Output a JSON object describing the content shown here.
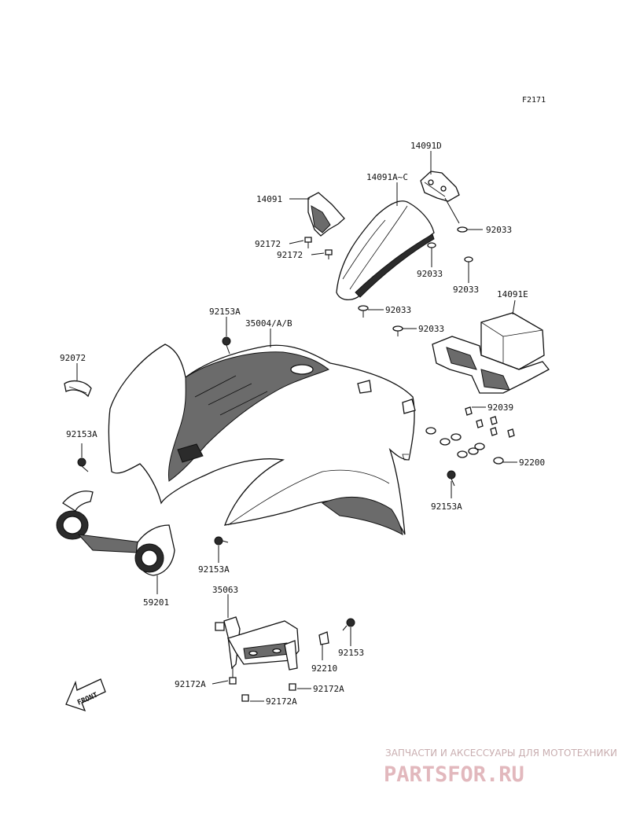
{
  "figure_id": "F2171",
  "parts": [
    {
      "id": "p-14091D",
      "label": "14091D"
    },
    {
      "id": "p-14091A-C",
      "label": "14091A~C"
    },
    {
      "id": "p-14091",
      "label": "14091"
    },
    {
      "id": "p-92033-a",
      "label": "92033"
    },
    {
      "id": "p-92172-a",
      "label": "92172"
    },
    {
      "id": "p-92172-b",
      "label": "92172"
    },
    {
      "id": "p-92033-b",
      "label": "92033"
    },
    {
      "id": "p-92033-c",
      "label": "92033"
    },
    {
      "id": "p-14091E",
      "label": "14091E"
    },
    {
      "id": "p-92153A-a",
      "label": "92153A"
    },
    {
      "id": "p-92033-d",
      "label": "92033"
    },
    {
      "id": "p-35004",
      "label": "35004/A/B"
    },
    {
      "id": "p-92033-e",
      "label": "92033"
    },
    {
      "id": "p-92072",
      "label": "92072"
    },
    {
      "id": "p-92039",
      "label": "92039"
    },
    {
      "id": "p-92153A-b",
      "label": "92153A"
    },
    {
      "id": "p-92200",
      "label": "92200"
    },
    {
      "id": "p-92153A-c",
      "label": "92153A"
    },
    {
      "id": "p-92153A-d",
      "label": "92153A"
    },
    {
      "id": "p-59201",
      "label": "59201"
    },
    {
      "id": "p-35063",
      "label": "35063"
    },
    {
      "id": "p-92153",
      "label": "92153"
    },
    {
      "id": "p-92210",
      "label": "92210"
    },
    {
      "id": "p-92172A-a",
      "label": "92172A"
    },
    {
      "id": "p-92172A-b",
      "label": "92172A"
    },
    {
      "id": "p-92172A-c",
      "label": "92172A"
    }
  ],
  "front_arrow": "FRONT",
  "watermark": {
    "tagline": "ЗАПЧАСТИ И АКСЕССУАРЫ ДЛЯ МОТОТЕХНИКИ",
    "brand": "PARTSFOR.RU",
    "color": "#e2b8bd"
  }
}
